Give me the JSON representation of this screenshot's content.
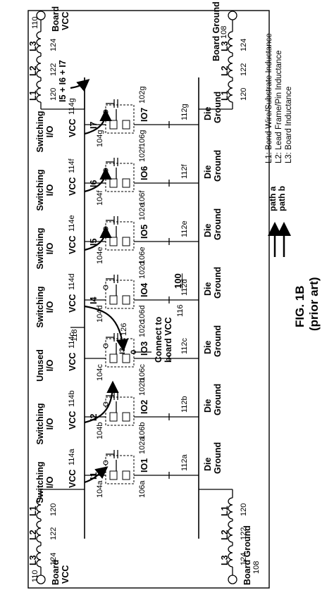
{
  "figure": {
    "number": "100",
    "title": "FIG. 1B",
    "subtitle": "(prior art)"
  },
  "legend": {
    "path_a": "path a",
    "path_b": "path b",
    "notes": [
      "L1: Bond Wire/Substrate Inductance",
      "L2: Lead Frame/Pin Inductance",
      "L3: Board Inductance"
    ]
  },
  "supply_sides": {
    "board_vcc": {
      "label_line1": "Board",
      "label_line2": "VCC",
      "ref": "110"
    },
    "board_ground": {
      "label": "Board Ground",
      "ref": "108"
    },
    "inductors": {
      "l1": "L1",
      "l2": "L2",
      "l3": "L3"
    },
    "inductor_refs": {
      "r120": "120",
      "r122": "122",
      "r124": "124"
    },
    "sum_current": "I5 + I6 + I7"
  },
  "cells": [
    {
      "type_line1": "Switching",
      "type_line2": "I/O",
      "vcc": "VCC",
      "vcc_ref": "114a",
      "io": "IO1",
      "ref_104": "104a",
      "ref_106": "106a",
      "ref_102": "102a",
      "ground_line1": "Die",
      "ground_line2": "Ground",
      "ground_ref": "112a",
      "current": "I1"
    },
    {
      "type_line1": "Switching",
      "type_line2": "I/O",
      "vcc": "VCC",
      "vcc_ref": "114b",
      "io": "IO2",
      "ref_104": "104b",
      "ref_106": "106b",
      "ref_102": "102b",
      "ground_line1": "Die",
      "ground_line2": "Ground",
      "ground_ref": "112b",
      "current": "I2"
    },
    {
      "type_line1": "Unused",
      "type_line2": "I/O",
      "vcc": "VCC",
      "vcc_ref": "114c",
      "io": "IO3",
      "ref_104": "104c",
      "ref_106": "106c",
      "ref_102": "102c",
      "ground_line1": "Die",
      "ground_line2": "Ground",
      "ground_ref": "112c",
      "current": "I3"
    },
    {
      "type_line1": "Switching",
      "type_line2": "I/O",
      "vcc": "VCC",
      "vcc_ref": "114d",
      "io": "IO4",
      "ref_104": "104d",
      "ref_106": "106d",
      "ref_102": "102d",
      "ground_line1": "Die",
      "ground_line2": "Ground",
      "ground_ref": "112d",
      "current": "I4"
    },
    {
      "type_line1": "Switching",
      "type_line2": "I/O",
      "vcc": "VCC",
      "vcc_ref": "114e",
      "io": "IO5",
      "ref_104": "104e",
      "ref_106": "106e",
      "ref_102": "102e",
      "ground_line1": "Die",
      "ground_line2": "Ground",
      "ground_ref": "112e",
      "current": "I5"
    },
    {
      "type_line1": "Switching",
      "type_line2": "I/O",
      "vcc": "VCC",
      "vcc_ref": "114f",
      "io": "IO6",
      "ref_104": "104f",
      "ref_106": "106f",
      "ref_102": "102f",
      "ground_line1": "Die",
      "ground_line2": "Ground",
      "ground_ref": "112f",
      "current": "I6"
    },
    {
      "type_line1": "Switching",
      "type_line2": "I/O",
      "vcc": "VCC",
      "vcc_ref": "114g",
      "io": "IO7",
      "ref_104": "104g",
      "ref_106": "106g",
      "ref_102": "102g",
      "ground_line1": "Die",
      "ground_line2": "Ground",
      "ground_ref": "112g",
      "current": "I7"
    }
  ],
  "misc": {
    "connect_line1": "Connect to",
    "connect_line2": "board VCC",
    "zero": "0",
    "ref_116": "116",
    "ref_118": "118",
    "ref_126": "126"
  }
}
